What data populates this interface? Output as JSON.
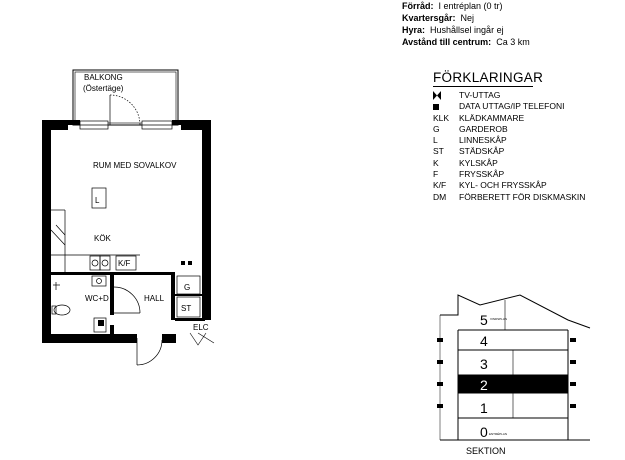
{
  "info": {
    "rows": [
      {
        "key": "Förråd:",
        "value": "I entréplan (0 tr)"
      },
      {
        "key": "Kvartersgår:",
        "value": "Nej"
      },
      {
        "key": "Hyra:",
        "value": "Hushållsel ingår ej"
      },
      {
        "key": "Avstånd till centrum:",
        "value": "Ca 3 km"
      }
    ]
  },
  "legend": {
    "title": "FÖRKLARINGAR",
    "items": [
      {
        "symbol": "tv-icon",
        "code": "",
        "text": "TV-UTTAG"
      },
      {
        "symbol": "square-icon",
        "code": "",
        "text": "DATA UTTAG/IP TELEFONI"
      },
      {
        "symbol": "",
        "code": "KLK",
        "text": "KLÄDKAMMARE"
      },
      {
        "symbol": "",
        "code": "G",
        "text": "GARDEROB"
      },
      {
        "symbol": "",
        "code": "L",
        "text": "LINNESKÅP"
      },
      {
        "symbol": "",
        "code": "ST",
        "text": "STÄDSKÅP"
      },
      {
        "symbol": "",
        "code": "K",
        "text": "KYLSKÅP"
      },
      {
        "symbol": "",
        "code": "F",
        "text": "FRYSSKÅP"
      },
      {
        "symbol": "",
        "code": "K/F",
        "text": "KYL- OCH FRYSSKÅP"
      },
      {
        "symbol": "",
        "code": "DM",
        "text": "FÖRBERETT FÖR DISKMASKIN"
      }
    ]
  },
  "plan": {
    "balcony": "BALKONG",
    "balcony_sub": "(Östertäge)",
    "room": "RUM MED SOVALKOV",
    "kitchen": "KÖK",
    "wc": "WC+D",
    "hall": "HALL",
    "elc": "ELC",
    "linen": "L",
    "fridge": "K/F",
    "wardrobe": "G",
    "cleaning": "ST"
  },
  "section": {
    "label": "SEKTION",
    "floors": [
      "5",
      "4",
      "3",
      "2",
      "1",
      "0"
    ],
    "floor5_sub": "VINDSPLAN",
    "floor0_sub": "ENTRÉPLAN",
    "highlighted": "2"
  }
}
